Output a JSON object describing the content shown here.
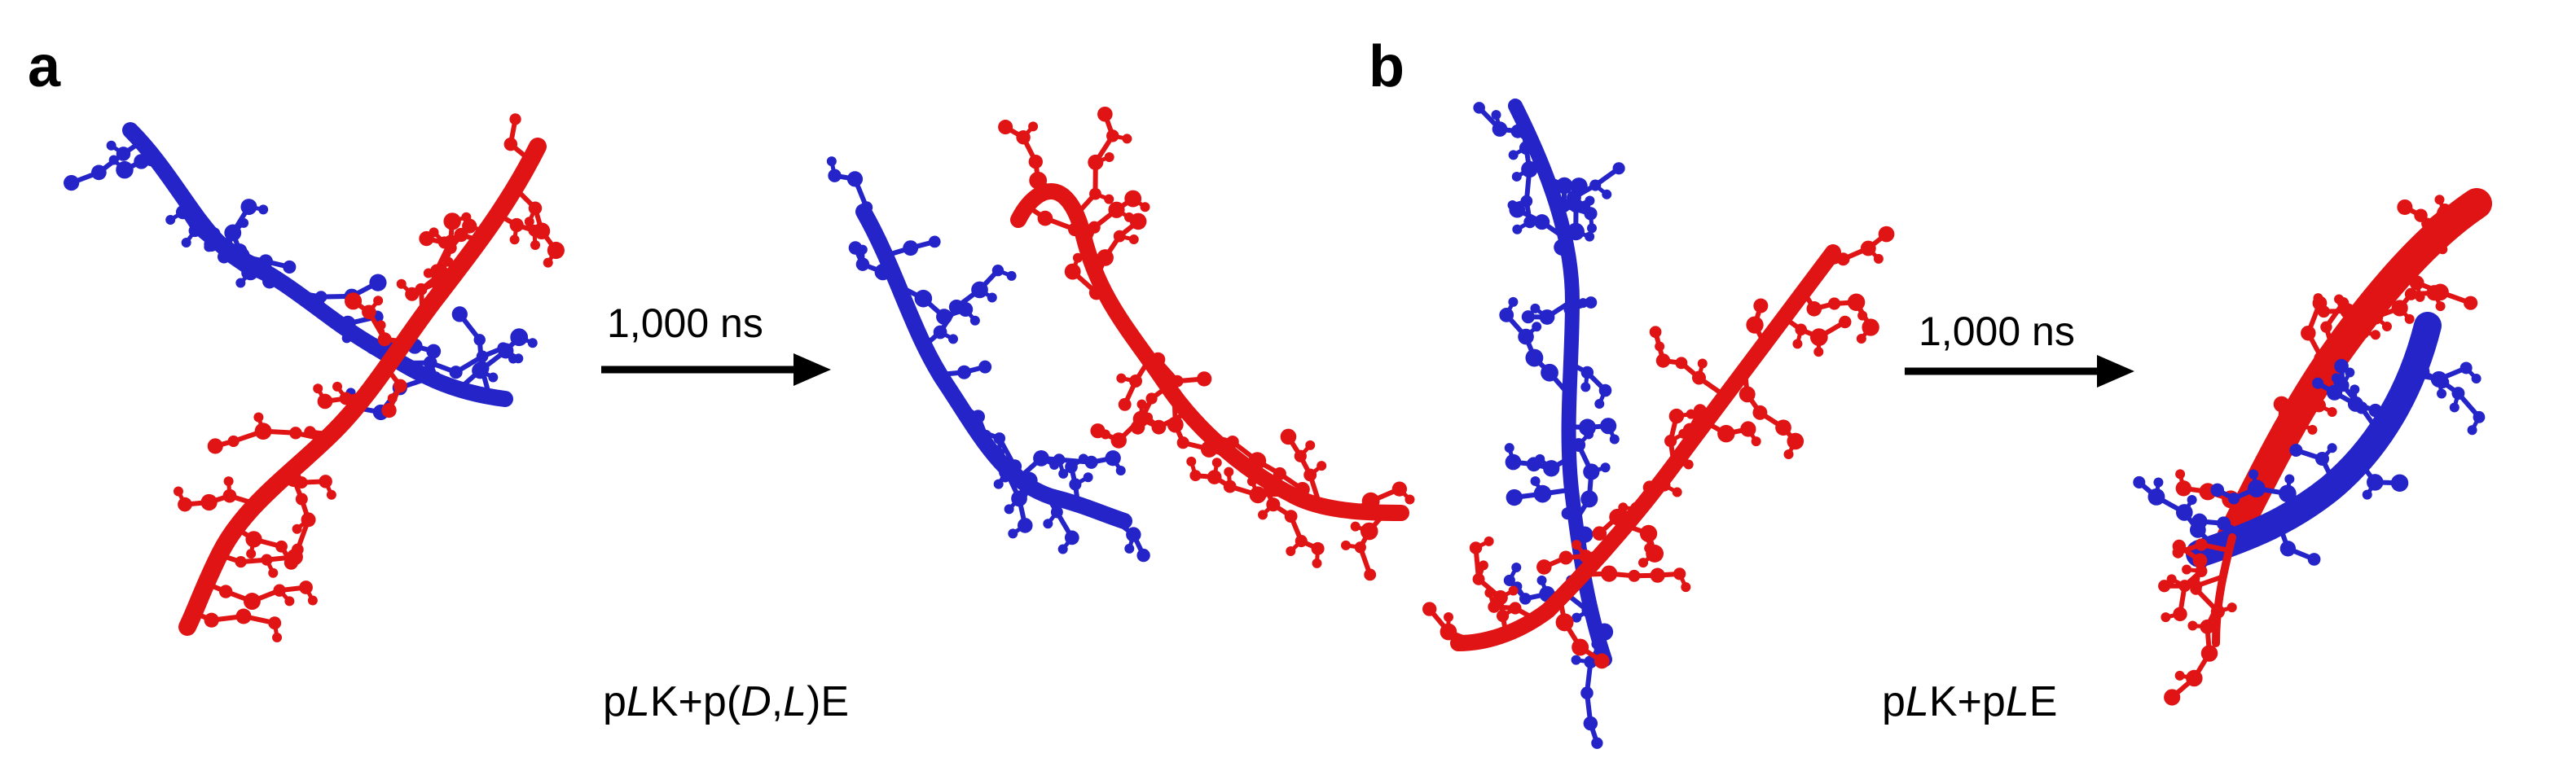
{
  "panels": [
    {
      "label": "a",
      "time_label": "1,000 ns",
      "caption": {
        "p1": "p",
        "i1": "L",
        "t1": "K+p(",
        "i2": "D",
        "t2": ",",
        "i3": "L",
        "t3": ")E"
      }
    },
    {
      "label": "b",
      "time_label": "1,000 ns",
      "caption": {
        "p1": "p",
        "i1": "L",
        "t1": "K+p",
        "i2": "L",
        "t2": "E"
      }
    }
  ],
  "colors": {
    "chain_red": "#e01414",
    "chain_blue": "#2424c8",
    "arrow": "#000000"
  }
}
